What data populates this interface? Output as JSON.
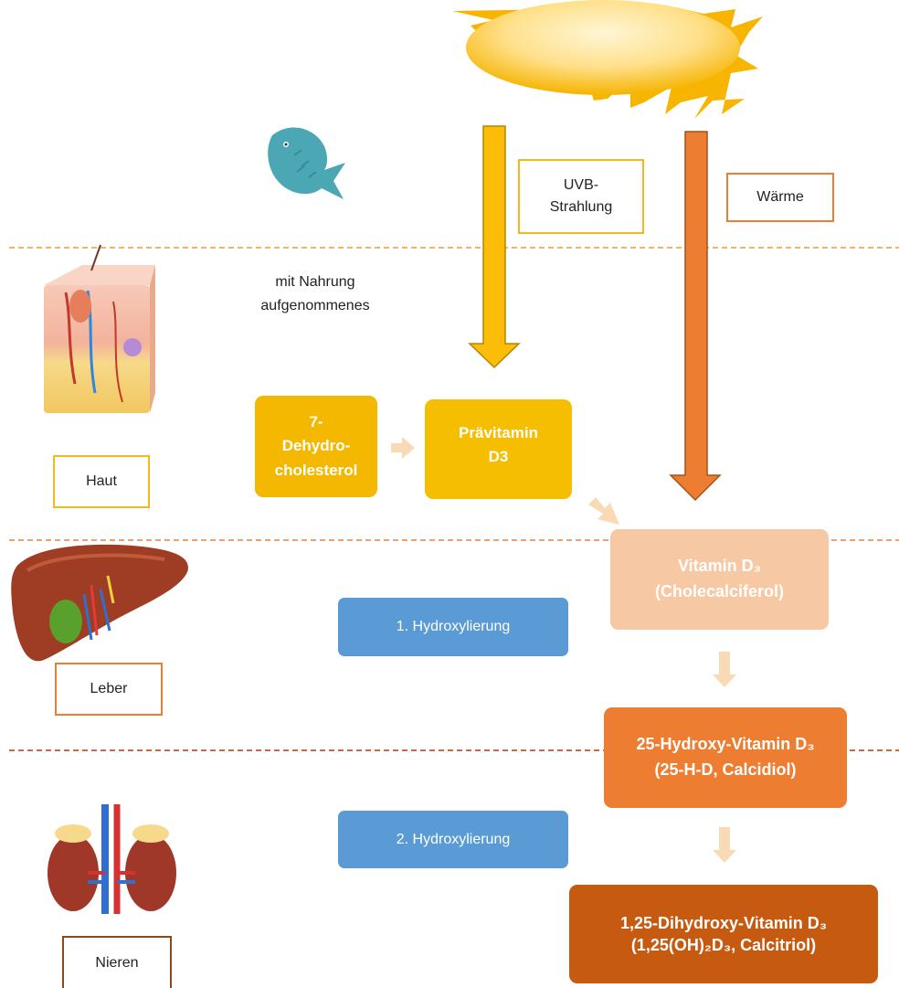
{
  "colors": {
    "sun_ray": "#f7b500",
    "sun_core": "#fff1c0",
    "uvb_arrow": "#fbbd08",
    "heat_arrow": "#ed7d31",
    "haut_border": "#f3b720",
    "leber_border": "#ed7d31",
    "nieren_border": "#8a4a1a",
    "node_7dhc": "#f5b800",
    "node_pravitamin": "#f5be00",
    "node_vitd3": "#f6c8a4",
    "node_calcidiol": "#ed7d31",
    "node_calcitriol": "#c65a11",
    "step_blue": "#5b9bd5",
    "connector": "#fad9b5",
    "divider_1": "#f2b56e",
    "divider_2": "#f0a070",
    "divider_3": "#b9704a"
  },
  "icons": {
    "sun": "sun-icon",
    "fish": "fish-icon",
    "skin": "skin-cross-section-icon",
    "liver": "liver-icon",
    "kidneys": "kidneys-icon"
  },
  "sun_labels": {
    "uvb_line1": "UVB-",
    "uvb_line2": "Strahlung",
    "warmth": "Wärme"
  },
  "food": {
    "line1": "mit Nahrung",
    "line2": "aufgenommenes"
  },
  "organs": {
    "haut": "Haut",
    "leber": "Leber",
    "nieren": "Nieren"
  },
  "nodes": {
    "dhc": {
      "line1": "7-",
      "line2": "Dehydro-",
      "line3": "cholesterol"
    },
    "pravitamin": {
      "line1": "Prävitamin",
      "line2": "D3"
    },
    "vitd3": {
      "line1": "Vitamin D₃",
      "line2": "(Cholecalciferol)"
    },
    "calcidiol": {
      "line1": "25-Hydroxy-Vitamin D₃",
      "line2": "(25-H-D, Calcidiol)"
    },
    "calcitriol": {
      "line1": "1,25-Dihydroxy-Vitamin D₃",
      "line2": "(1,25(OH)₂D₃, Calcitriol)"
    }
  },
  "steps": {
    "first": "1. Hydroxylierung",
    "second": "2. Hydroxylierung"
  }
}
